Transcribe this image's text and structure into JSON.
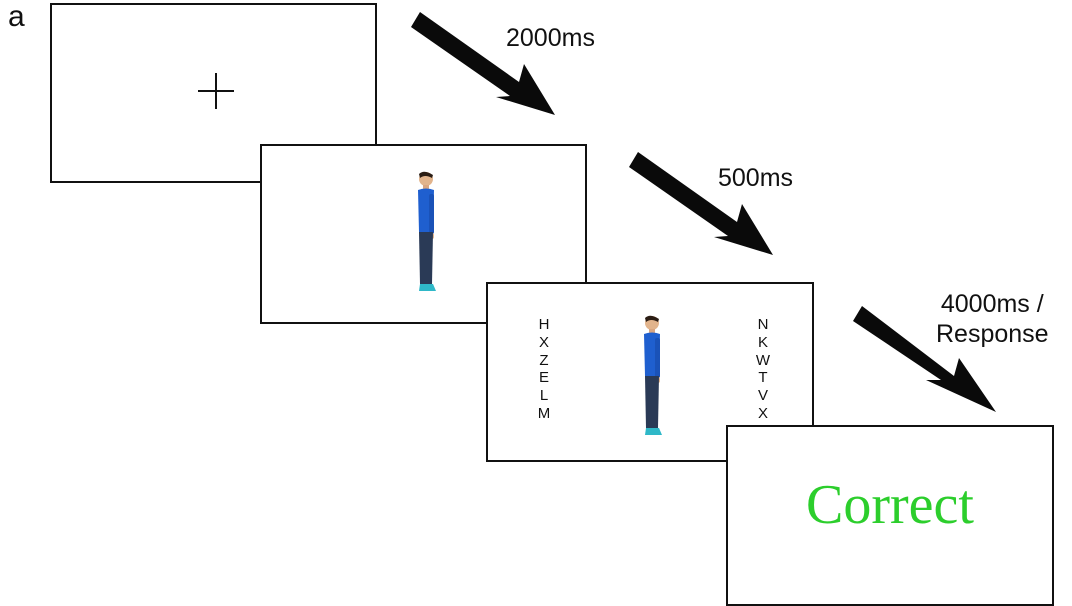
{
  "panel": {
    "label": "a"
  },
  "steps": [
    {
      "duration": "2000ms"
    },
    {
      "duration": "500ms"
    },
    {
      "duration_line1": "4000ms /",
      "duration_line2": "Response"
    }
  ],
  "stimulus": {
    "left_letters": [
      "H",
      "X",
      "Z",
      "E",
      "L",
      "M"
    ],
    "right_letters": [
      "N",
      "K",
      "W",
      "T",
      "V",
      "X"
    ]
  },
  "feedback": {
    "text": "Correct",
    "color": "#2cce2c"
  },
  "colors": {
    "frame_border": "#111111",
    "arrow": "#0a0a0a",
    "shirt": "#1f5fcf",
    "jeans": "#2a3a56",
    "shoes": "#2fb8c8"
  }
}
